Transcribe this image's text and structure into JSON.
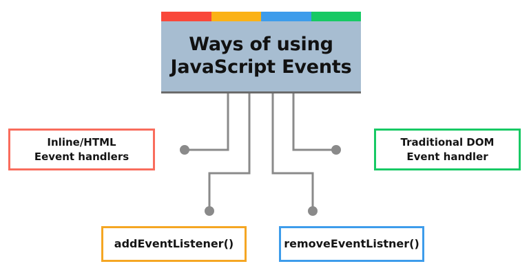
{
  "diagram": {
    "type": "hub-and-spoke concept map",
    "title_card": {
      "line1": "Ways of using",
      "line2": "JavaScript Events",
      "background_color": "#a7bdd1",
      "shadow_color": "#6b6b6b",
      "stripe_colors": [
        "#f9473a",
        "#fbb216",
        "#3d9ceb",
        "#17c964"
      ],
      "stripe_names": [
        "stripe-red",
        "stripe-amber",
        "stripe-blue",
        "stripe-green"
      ]
    },
    "connector_color": "#8a8a8a",
    "nodes": [
      {
        "id": "inline-html",
        "line1": "Inline/HTML",
        "line2": "Eevent handlers",
        "border_color": "#f96c5c"
      },
      {
        "id": "traditional-dom",
        "line1": "Traditional DOM",
        "line2": "Event handler",
        "border_color": "#17c964"
      },
      {
        "id": "add-event-listener",
        "line1": "addEventListener()",
        "line2": "",
        "border_color": "#f5a623"
      },
      {
        "id": "remove-event-listener",
        "line1": "removeEventListner()",
        "line2": "",
        "border_color": "#3d9ceb"
      }
    ]
  }
}
